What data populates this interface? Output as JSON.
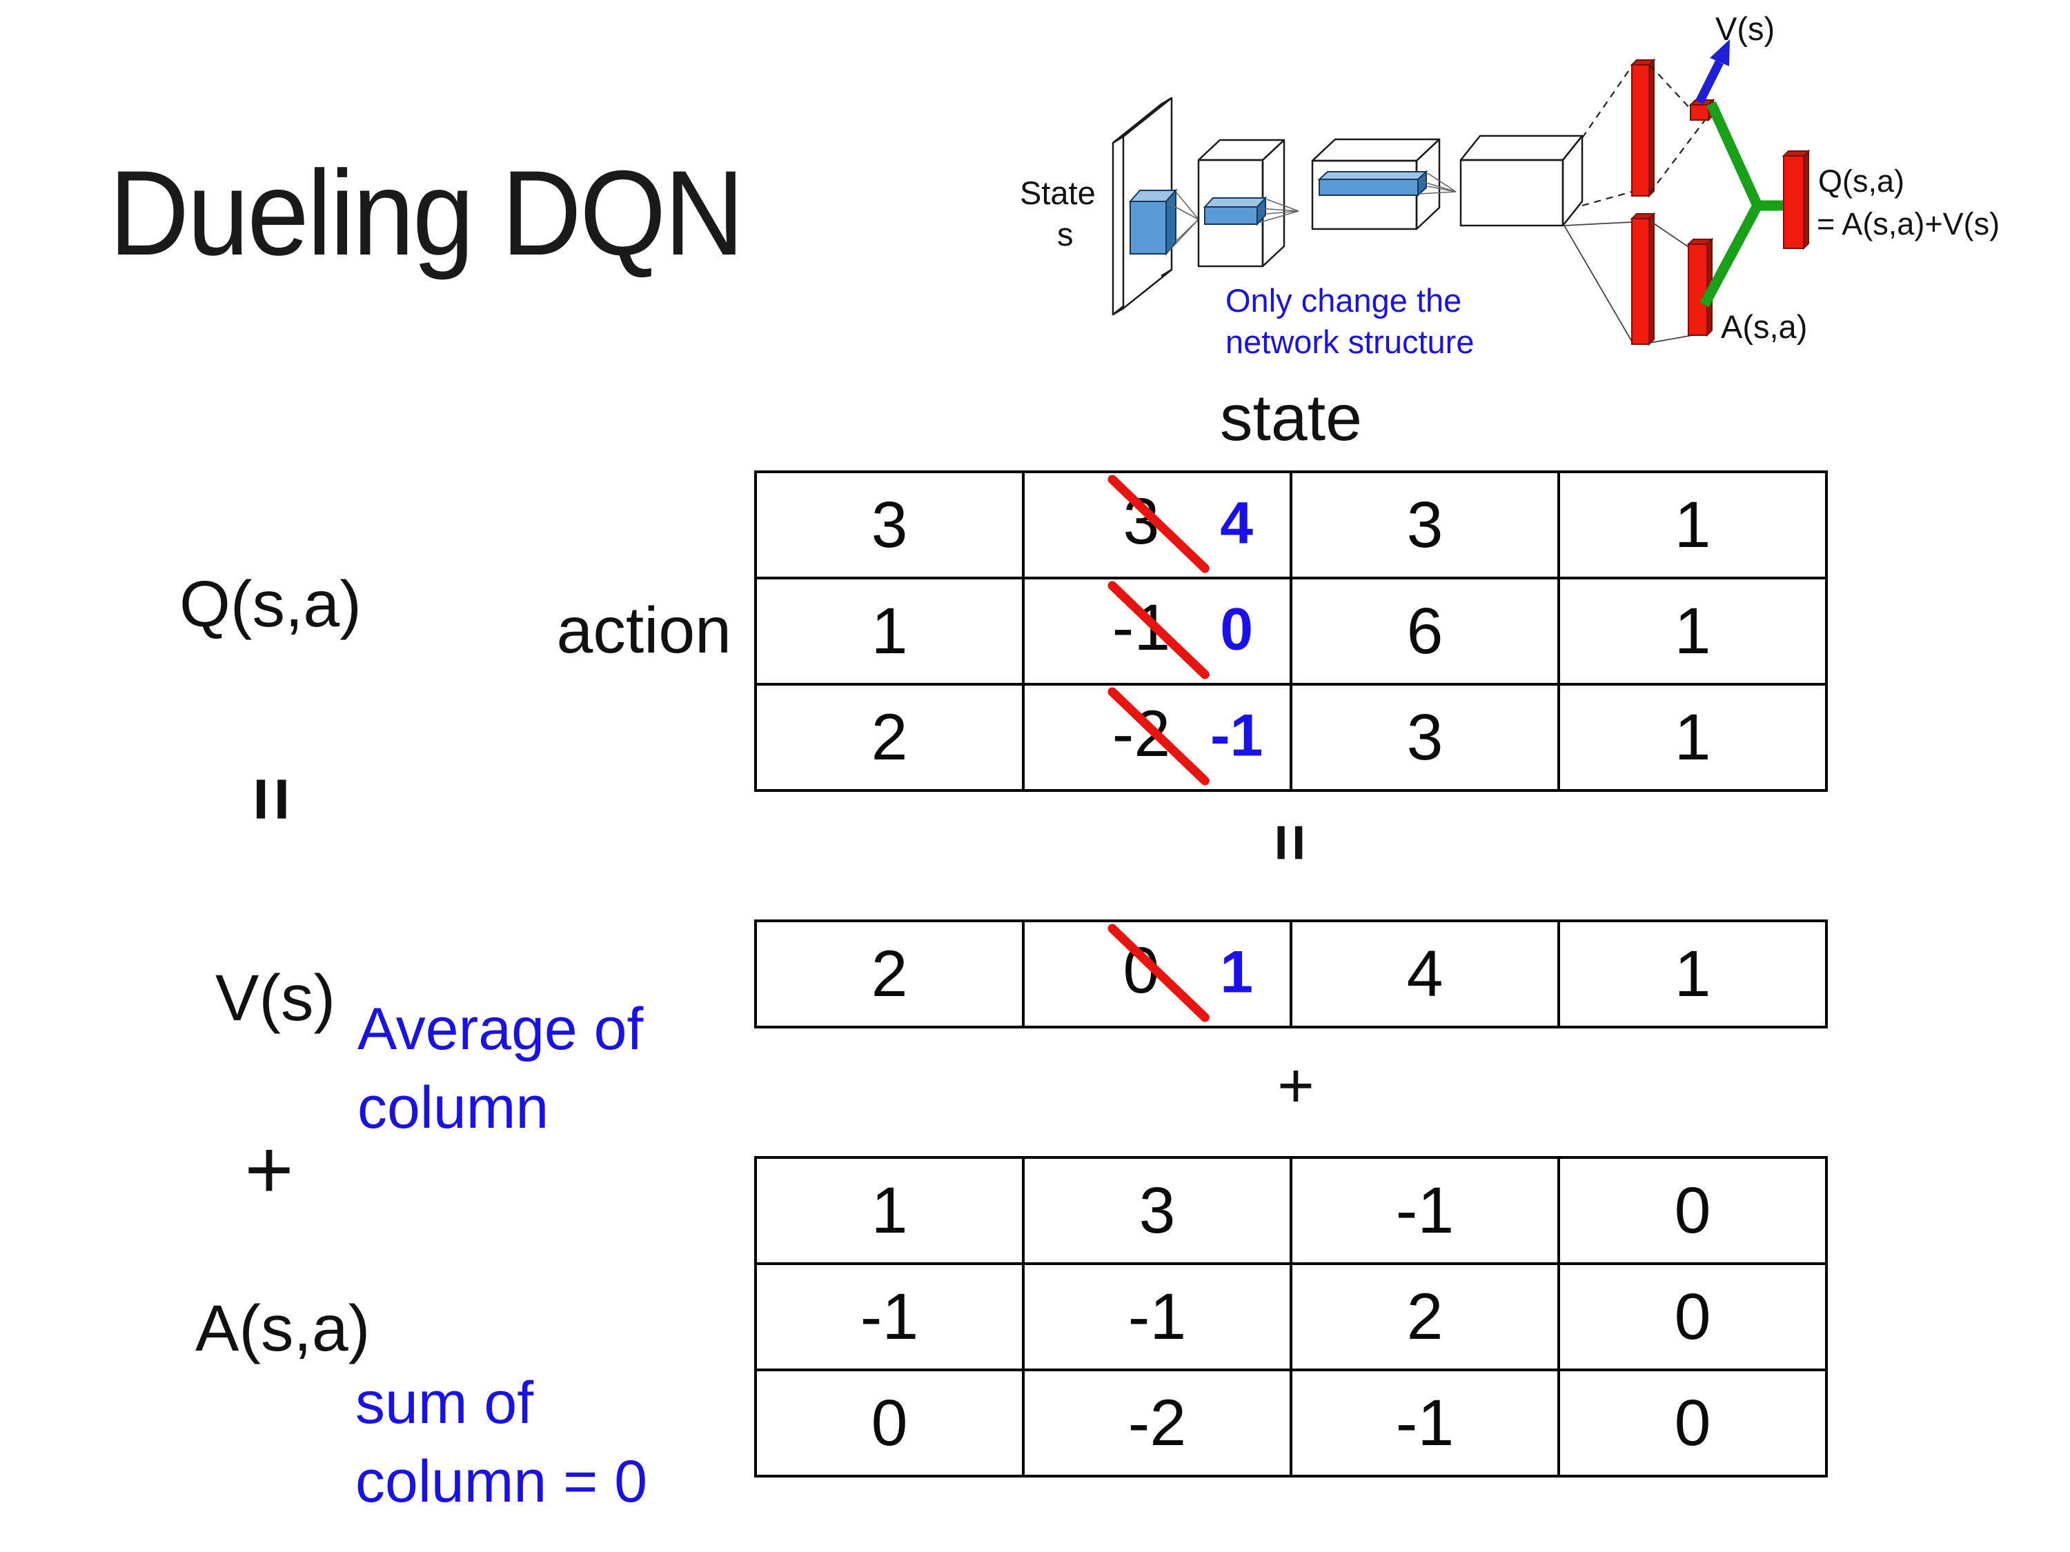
{
  "title": "Dueling DQN",
  "colors": {
    "accent_blue": "#1a12e0",
    "number_blue": "#1a10ea",
    "cross_red": "#e81410",
    "bar_red": "#ee1c0c",
    "connector_green": "#18a018",
    "slab_blue": "#5b9bd5",
    "text_black": "#111111"
  },
  "diagram": {
    "state_label": "State",
    "state_sub": "s",
    "v_out_label": "V(s)",
    "q_out_line1": "Q(s,a)",
    "q_out_line2": "= A(s,a)+V(s)",
    "a_out_label": "A(s,a)",
    "note_line1": "Only change the",
    "note_line2": "network structure"
  },
  "decomposition": {
    "q_label": "Q(s,a)",
    "equals_left": "=",
    "v_label": "V(s)",
    "plus_left": "+",
    "a_label": "A(s,a)",
    "action_label": "action",
    "state_label": "state",
    "equals_center": "=",
    "plus_center": "+",
    "avg_note_line1": "Average of",
    "avg_note_line2": "column",
    "sum_note_line1": "sum of",
    "sum_note_line2": "column = 0"
  },
  "tables": {
    "q_table": {
      "rows": [
        [
          {
            "v": "3"
          },
          {
            "old": "3",
            "new": "4"
          },
          {
            "v": "3"
          },
          {
            "v": "1"
          }
        ],
        [
          {
            "v": "1"
          },
          {
            "old": "-1",
            "new": "0"
          },
          {
            "v": "6"
          },
          {
            "v": "1"
          }
        ],
        [
          {
            "v": "2"
          },
          {
            "old": "-2",
            "new": "-1"
          },
          {
            "v": "3"
          },
          {
            "v": "1"
          }
        ]
      ]
    },
    "v_row": {
      "rows": [
        [
          {
            "v": "2"
          },
          {
            "old": "0",
            "new": "1"
          },
          {
            "v": "4"
          },
          {
            "v": "1"
          }
        ]
      ]
    },
    "a_table": {
      "rows": [
        [
          {
            "v": "1"
          },
          {
            "v": "3"
          },
          {
            "v": "-1"
          },
          {
            "v": "0"
          }
        ],
        [
          {
            "v": "-1"
          },
          {
            "v": "-1"
          },
          {
            "v": "2"
          },
          {
            "v": "0"
          }
        ],
        [
          {
            "v": "0"
          },
          {
            "v": "-2"
          },
          {
            "v": "-1"
          },
          {
            "v": "0"
          }
        ]
      ]
    }
  }
}
